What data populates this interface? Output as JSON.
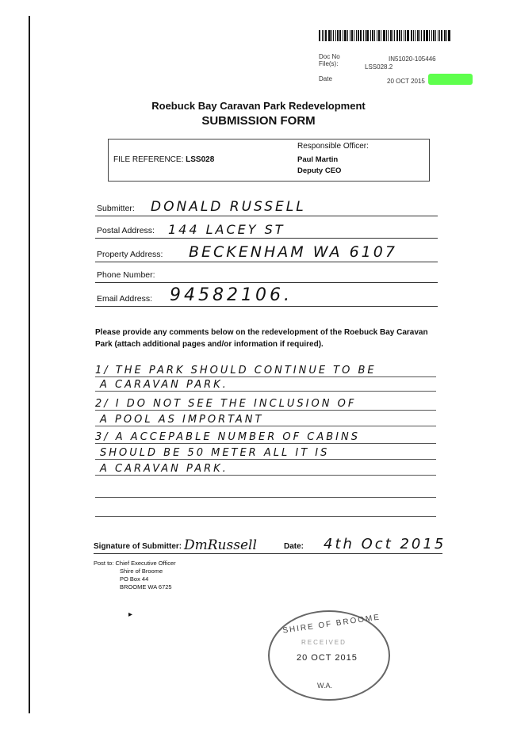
{
  "header": {
    "doc_no_label": "Doc No",
    "doc_no_value": "IN51020-105446",
    "files_label": "File(s):",
    "files_value": "LSS028.2",
    "date_label": "Date",
    "date_value": "20 OCT 2015"
  },
  "form": {
    "title": "Roebuck Bay Caravan Park Redevelopment",
    "subtitle": "SUBMISSION FORM",
    "file_reference_label": "FILE REFERENCE:",
    "file_reference_value": "LSS028",
    "responsible_officer_label": "Responsible Officer:",
    "officer_name": "Paul Martin",
    "officer_title": "Deputy CEO"
  },
  "fields": {
    "submitter_label": "Submitter:",
    "submitter_value": "Donald Russell",
    "postal_label": "Postal Address:",
    "postal_value": "144 Lacey St",
    "property_label": "Property Address:",
    "property_value": "Beckenham WA 6107",
    "phone_label": "Phone Number:",
    "phone_value": "",
    "email_label": "Email Address:",
    "email_value": "94582106."
  },
  "instructions": "Please provide any comments below on the redevelopment of the Roebuck Bay Caravan Park (attach additional pages and/or information if required).",
  "comments": [
    "1/ The Park Should Continue To Be",
    "A Caravan Park.",
    "2/ I Do Not See The Inclusion Of",
    "A Pool As Important",
    "3/ A Accepable Number Of Cabins",
    "Should Be 50 Meter All It Is",
    "A Caravan Park.",
    "",
    ""
  ],
  "signature": {
    "label": "Signature of Submitter:",
    "signature_text": "DmRussell",
    "date_label": "Date:",
    "date_value": "4th Oct 2015"
  },
  "post_to": {
    "line1": "Post to: Chief Executive Officer",
    "line2": "Shire of Broome",
    "line3": "PO Box 44",
    "line4": "BROOME WA 6725"
  },
  "stamp": {
    "top": "SHIRE OF BROOME",
    "middle": "RECEIVED",
    "date": "20 OCT 2015",
    "bottom": "W.A."
  }
}
